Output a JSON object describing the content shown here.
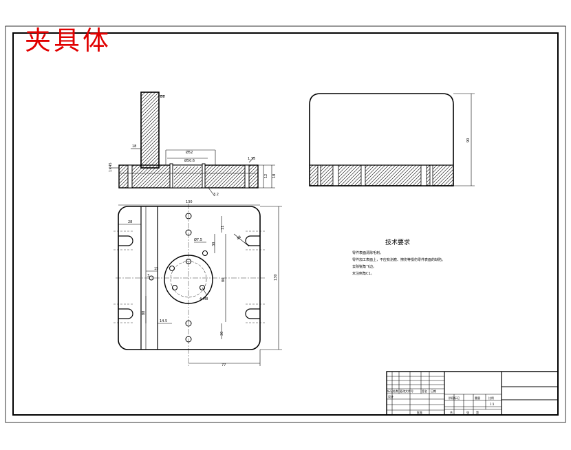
{
  "drawing_title": "夹具体",
  "technical_requirements": {
    "heading": "技术要求",
    "items": [
      "零件表面清除毛刺。",
      "零件加工表面上，不应有划痕、擦伤等损伤零件表面的缺陷。",
      "去除锐角飞边。",
      "未注倒角C1。"
    ]
  },
  "front_view_dims": {
    "top_tab": "B6",
    "pin_left": "18",
    "hole_upper": "Ø52",
    "hole_lower": "Ø50.6",
    "left_chamfer": "1×45",
    "right_chamfer": "1.75",
    "height_a": "12",
    "height_b": "18",
    "surface": "3.2"
  },
  "plan_view_dims": {
    "width_top": "130",
    "slot_left": "28",
    "d1": "11",
    "d2": "Ø7.5",
    "d3": "30",
    "d4": "48",
    "d5": "4-M8",
    "d6": "80",
    "d7": "15",
    "d8": "3",
    "d9": "14.5",
    "d10": "88",
    "d11": "30",
    "height_right": "130",
    "width_bottom": "77"
  },
  "side_view_dims": {
    "height": "90"
  },
  "title_block": {
    "mark_1": "标记",
    "mark_2": "处数",
    "mark_3": "更改文件号",
    "mark_4": "签名",
    "mark_5": "日期",
    "design": "设计",
    "stage": "阶段标记",
    "weight": "重量",
    "scale": "比例",
    "scale_value": "1:1",
    "approve": "批准",
    "sheets": "共",
    "sheet_of": "张",
    "sheet_no": "第"
  }
}
